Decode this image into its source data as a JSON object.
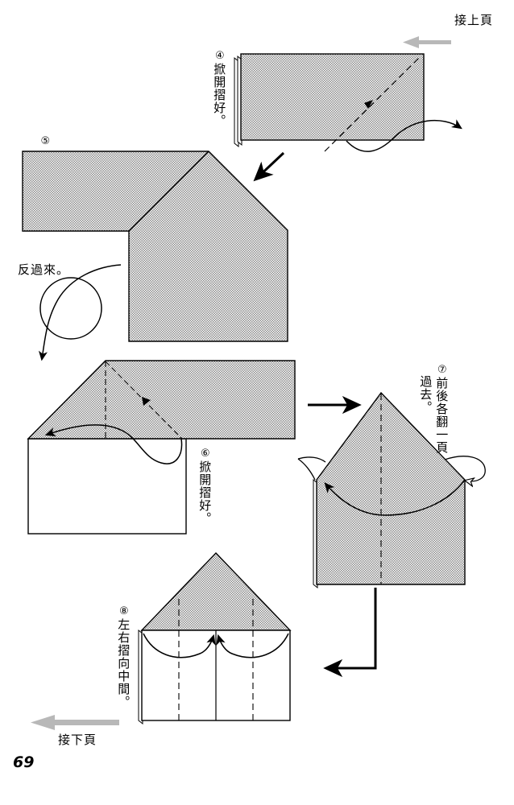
{
  "page": {
    "number": "69",
    "continued_from": "接上頁",
    "continued_to": "接下頁",
    "paper_fill": "#c9c9c9",
    "line_color": "#000000",
    "nav_arrow_color": "#b3b3b3"
  },
  "steps": [
    {
      "id": "step-4",
      "marker": "④",
      "text": "掀開摺好。",
      "meaning": "lift open and fold flat",
      "diagram": "layered-rectangle-with-diagonal-valley-fold"
    },
    {
      "id": "step-5",
      "marker": "⑤",
      "text": "反過來。",
      "meaning": "turn it over",
      "diagram": "house-shape-with-left-flap"
    },
    {
      "id": "step-6",
      "marker": "⑥",
      "text": "掀開摺好。",
      "meaning": "lift open and fold flat",
      "diagram": "triangle-roof-over-white-body-with-diagonal-fold"
    },
    {
      "id": "step-7",
      "marker": "⑦",
      "text": "前後各翻一頁過去。",
      "text_col1": "前後各翻一頁",
      "text_col2": "過去。",
      "meaning": "flip one page over on the front and on the back",
      "diagram": "grey-house-with-centre-fold-and-page-turn"
    },
    {
      "id": "step-8",
      "marker": "⑧",
      "text": "左右摺向中間。",
      "meaning": "fold the left and right sides to the middle",
      "diagram": "house-with-two-dashed-lines-folding-inward"
    }
  ]
}
